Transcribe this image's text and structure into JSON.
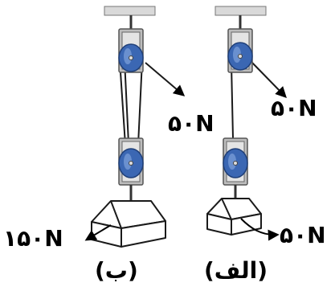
{
  "colors": {
    "ceiling": "#d9d9d9",
    "frame": "#9a9a9a",
    "frame_dark": "#5a5a5a",
    "wheel": "#3b67b3",
    "wheel_highlight": "#7fa3dc",
    "rope": "#1a1a1a",
    "box_stroke": "#1a1a1a"
  },
  "diagrams": {
    "b": {
      "caption": "(ب)",
      "pull_force": "۵۰N",
      "load_force": "۱۵۰N"
    },
    "alef": {
      "caption": "(الف)",
      "pull_force": "۵۰N",
      "load_force": "۵۰N"
    }
  },
  "icons": [
    "ceiling-mount",
    "pulley-block",
    "load-box",
    "force-arrow"
  ]
}
